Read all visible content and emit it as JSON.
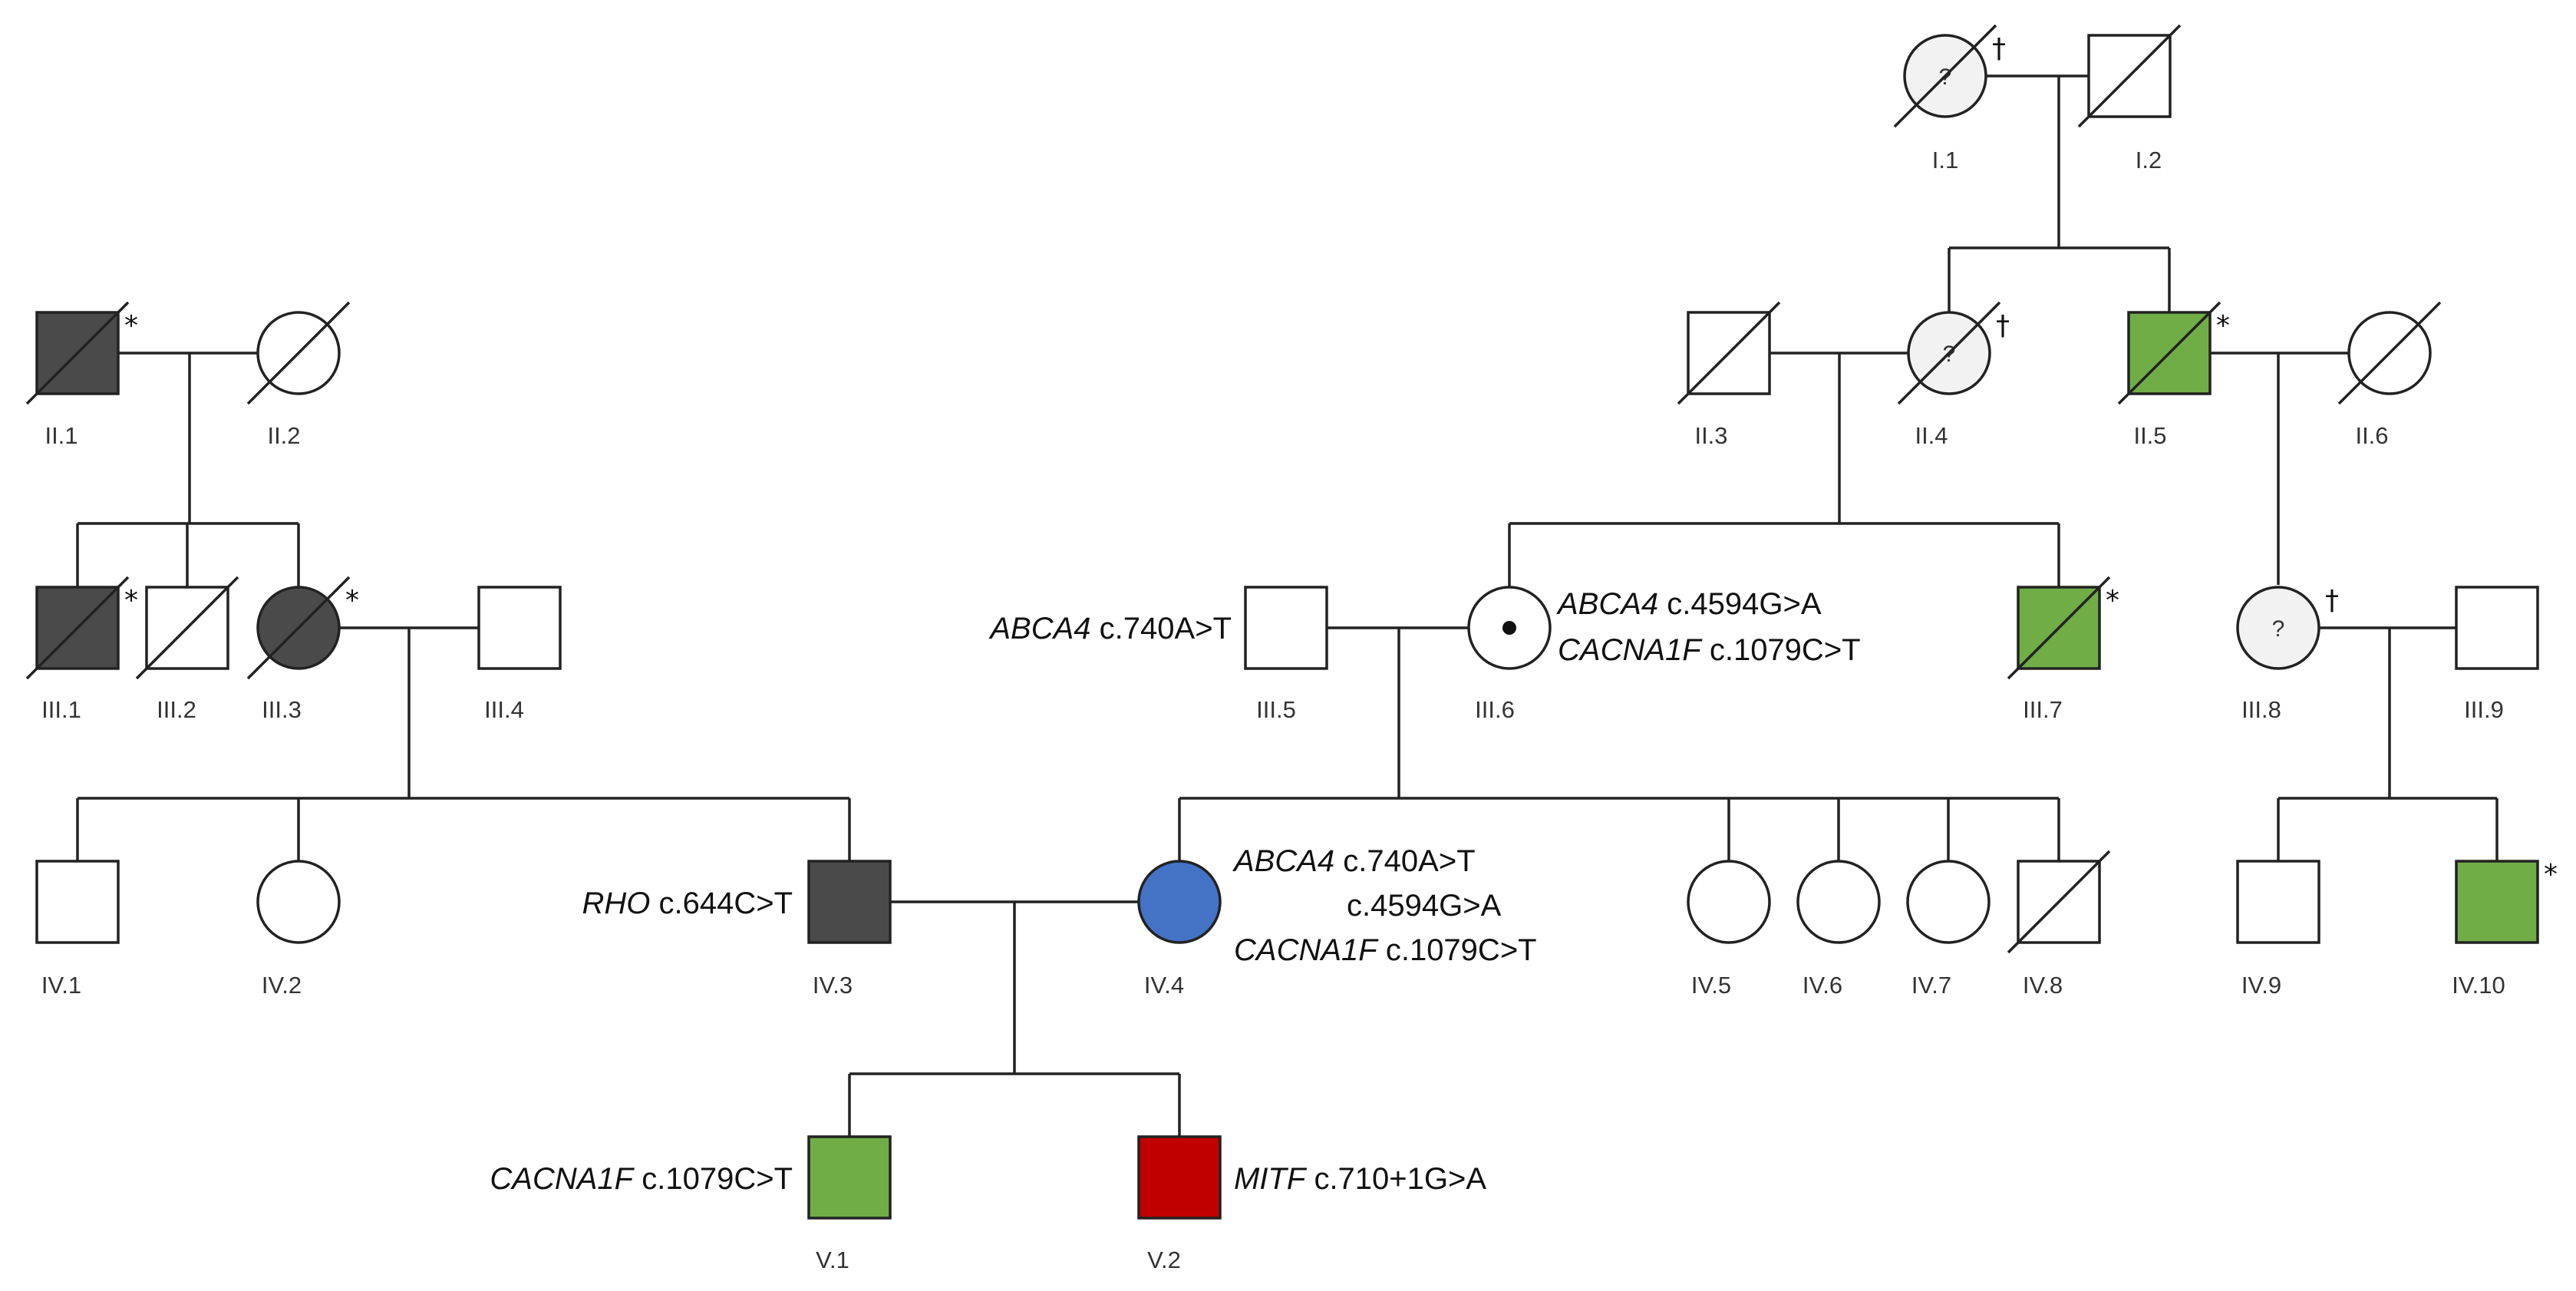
{
  "colors": {
    "unaffected": "#ffffff",
    "unknown_status": "#f2f2f2",
    "dark_grey": "#4a4a4a",
    "green": "#70ad47",
    "blue": "#4472c4",
    "red": "#c00000",
    "line": "#222222"
  },
  "individuals": {
    "I1": {
      "label": "I.1",
      "sex": "female",
      "fill": "unknown_status",
      "question": "?",
      "deceased": true,
      "mark": "†"
    },
    "I2": {
      "label": "I.2",
      "sex": "male",
      "fill": "unaffected",
      "deceased": true
    },
    "II1": {
      "label": "II.1",
      "sex": "male",
      "fill": "dark_grey",
      "deceased": true,
      "mark": "*"
    },
    "II2": {
      "label": "II.2",
      "sex": "female",
      "fill": "unaffected",
      "deceased": true
    },
    "II3": {
      "label": "II.3",
      "sex": "male",
      "fill": "unaffected",
      "deceased": true
    },
    "II4": {
      "label": "II.4",
      "sex": "female",
      "fill": "unknown_status",
      "question": "?",
      "deceased": true,
      "mark": "†"
    },
    "II5": {
      "label": "II.5",
      "sex": "male",
      "fill": "green",
      "deceased": true,
      "mark": "*"
    },
    "II6": {
      "label": "II.6",
      "sex": "female",
      "fill": "unaffected",
      "deceased": true
    },
    "III1": {
      "label": "III.1",
      "sex": "male",
      "fill": "dark_grey",
      "deceased": true,
      "mark": "*"
    },
    "III2": {
      "label": "III.2",
      "sex": "male",
      "fill": "unaffected",
      "deceased": true
    },
    "III3": {
      "label": "III.3",
      "sex": "female",
      "fill": "dark_grey",
      "deceased": true,
      "mark": "*"
    },
    "III4": {
      "label": "III.4",
      "sex": "male",
      "fill": "unaffected"
    },
    "III5": {
      "label": "III.5",
      "sex": "male",
      "fill": "unaffected"
    },
    "III6": {
      "label": "III.6",
      "sex": "female",
      "fill": "unaffected",
      "carrier": true
    },
    "III7": {
      "label": "III.7",
      "sex": "male",
      "fill": "green",
      "deceased": true,
      "mark": "*"
    },
    "III8": {
      "label": "III.8",
      "sex": "female",
      "fill": "unknown_status",
      "question": "?",
      "mark": "†"
    },
    "III9": {
      "label": "III.9",
      "sex": "male",
      "fill": "unaffected"
    },
    "IV1": {
      "label": "IV.1",
      "sex": "male",
      "fill": "unaffected"
    },
    "IV2": {
      "label": "IV.2",
      "sex": "female",
      "fill": "unaffected"
    },
    "IV3": {
      "label": "IV.3",
      "sex": "male",
      "fill": "dark_grey"
    },
    "IV4": {
      "label": "IV.4",
      "sex": "female",
      "fill": "blue"
    },
    "IV5": {
      "label": "IV.5",
      "sex": "female",
      "fill": "unaffected"
    },
    "IV6": {
      "label": "IV.6",
      "sex": "female",
      "fill": "unaffected"
    },
    "IV7": {
      "label": "IV.7",
      "sex": "female",
      "fill": "unaffected"
    },
    "IV8": {
      "label": "IV.8",
      "sex": "male",
      "fill": "unaffected",
      "deceased": true
    },
    "IV9": {
      "label": "IV.9",
      "sex": "male",
      "fill": "unaffected"
    },
    "IV10": {
      "label": "IV.10",
      "sex": "male",
      "fill": "green",
      "mark": "*"
    },
    "V1": {
      "label": "V.1",
      "sex": "male",
      "fill": "green"
    },
    "V2": {
      "label": "V.2",
      "sex": "male",
      "fill": "red"
    }
  },
  "annotations": {
    "III5": {
      "gene": "ABCA4",
      "variant": "c.740A>T"
    },
    "III6_1": {
      "gene": "ABCA4",
      "variant": "c.4594G>A"
    },
    "III6_2": {
      "gene": "CACNA1F",
      "variant": "c.1079C>T"
    },
    "IV3": {
      "gene": "RHO",
      "variant": "c.644C>T"
    },
    "IV4_1": {
      "gene": "ABCA4",
      "variant": "c.740A>T"
    },
    "IV4_2": {
      "variant": "c.4594G>A"
    },
    "IV4_3": {
      "gene": "CACNA1F",
      "variant": "c.1079C>T"
    },
    "V1": {
      "gene": "CACNA1F",
      "variant": "c.1079C>T"
    },
    "V2": {
      "gene": "MITF",
      "variant": "c.710+1G>A"
    }
  }
}
